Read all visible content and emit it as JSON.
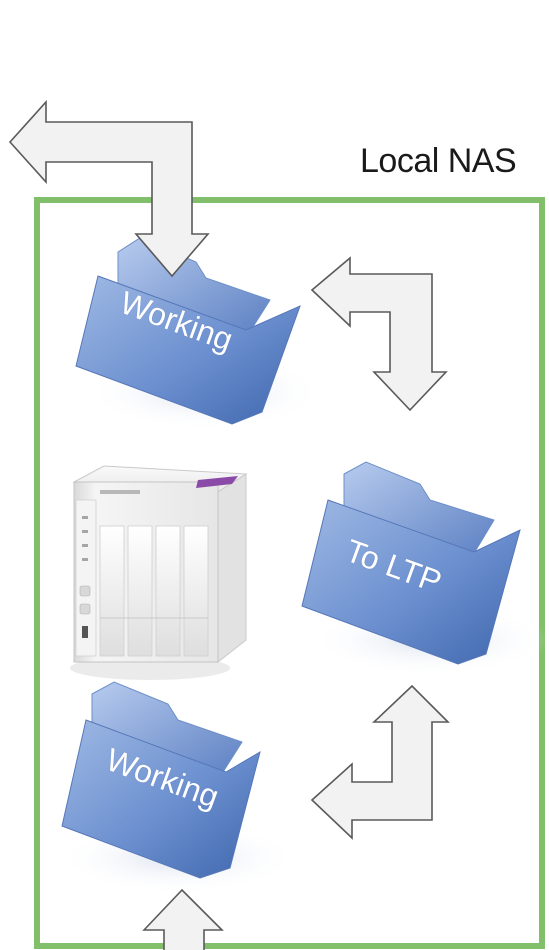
{
  "boundary": {
    "label": "Local NAS",
    "border_color": "#82bf6a"
  },
  "folders": {
    "working_top": "Working",
    "to_ltp": "To LTP",
    "working_bottom": "Working"
  },
  "colors": {
    "folder_light": "#a9c1e6",
    "folder_dark": "#4a72b8",
    "arrow_fill": "#f2f2f2",
    "arrow_stroke": "#5a5a5a"
  },
  "icons": {
    "nas_device": "nas-server-icon",
    "folder": "folder-icon",
    "arrow": "elbow-arrow-icon"
  }
}
